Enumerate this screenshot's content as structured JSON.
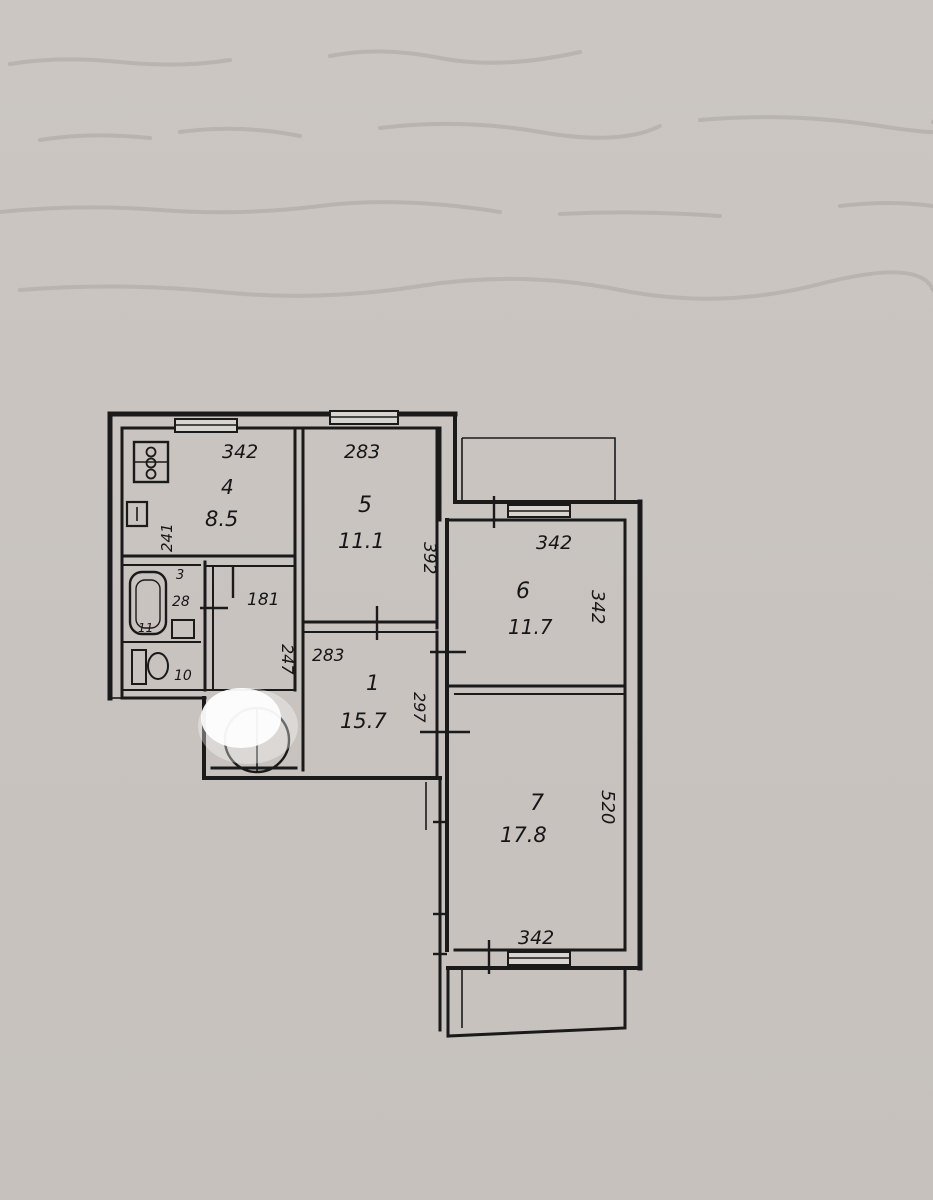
{
  "rooms": [
    {
      "id": "room-1",
      "number": "1",
      "area": "15.7"
    },
    {
      "id": "room-4",
      "number": "4",
      "area": "8.5"
    },
    {
      "id": "room-5",
      "number": "5",
      "area": "11.1"
    },
    {
      "id": "room-6",
      "number": "6",
      "area": "11.7"
    },
    {
      "id": "room-7",
      "number": "7",
      "area": "17.8"
    }
  ],
  "dimensions": {
    "kitchen_width": "342",
    "kitchen_depth": "241",
    "room5_width": "283",
    "room5_depth": "392",
    "room6_width": "342",
    "room6_depth": "342",
    "hall_width": "283",
    "hall_depth": "297",
    "room7_depth": "520",
    "room7_width": "342",
    "corridor_width": "181",
    "corridor_depth": "247",
    "bath_width": "3",
    "bath_label": "28",
    "wc_label": "10",
    "bath_small": "11"
  }
}
